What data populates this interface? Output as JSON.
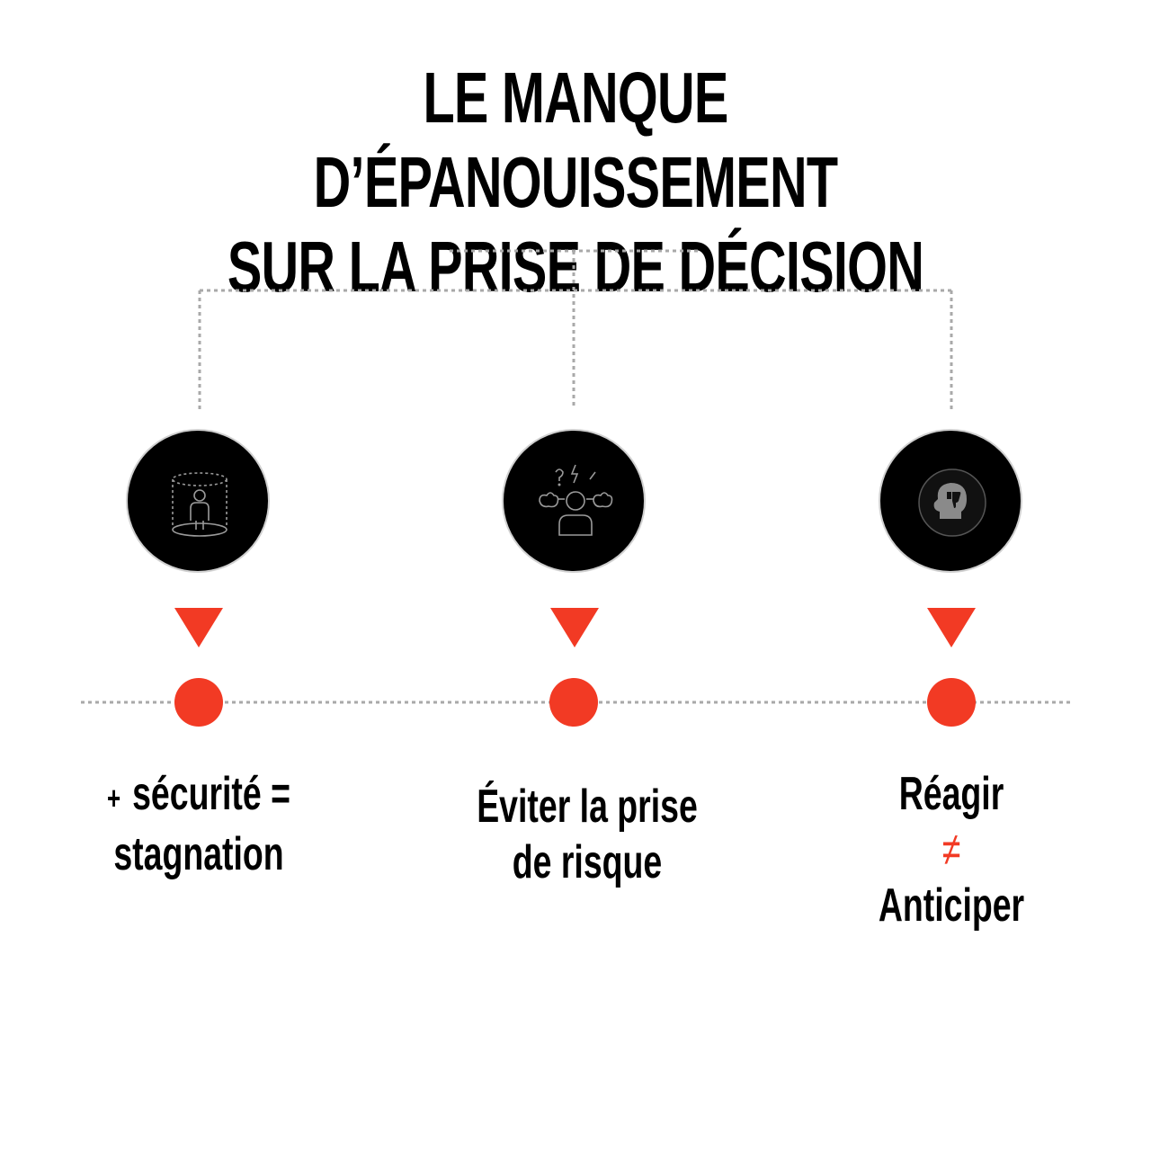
{
  "title": {
    "line1": "LE MANQUE D’ÉPANOUISSEMENT",
    "line2": "SUR LA PRISE DE DÉCISION"
  },
  "colors": {
    "accent": "#f23a24",
    "connector": "#a9a9a9",
    "circle": "#000000"
  },
  "nodes": [
    {
      "icon": "person-in-cylinder-icon",
      "plus": "+",
      "line1": "sécurité =",
      "line2": "stagnation"
    },
    {
      "icon": "stressed-person-icon",
      "line1": "Éviter la prise",
      "line2": "de risque"
    },
    {
      "icon": "head-thumbs-down-icon",
      "line1": "Réagir",
      "symbol": "≠",
      "line2": "Anticiper"
    }
  ]
}
